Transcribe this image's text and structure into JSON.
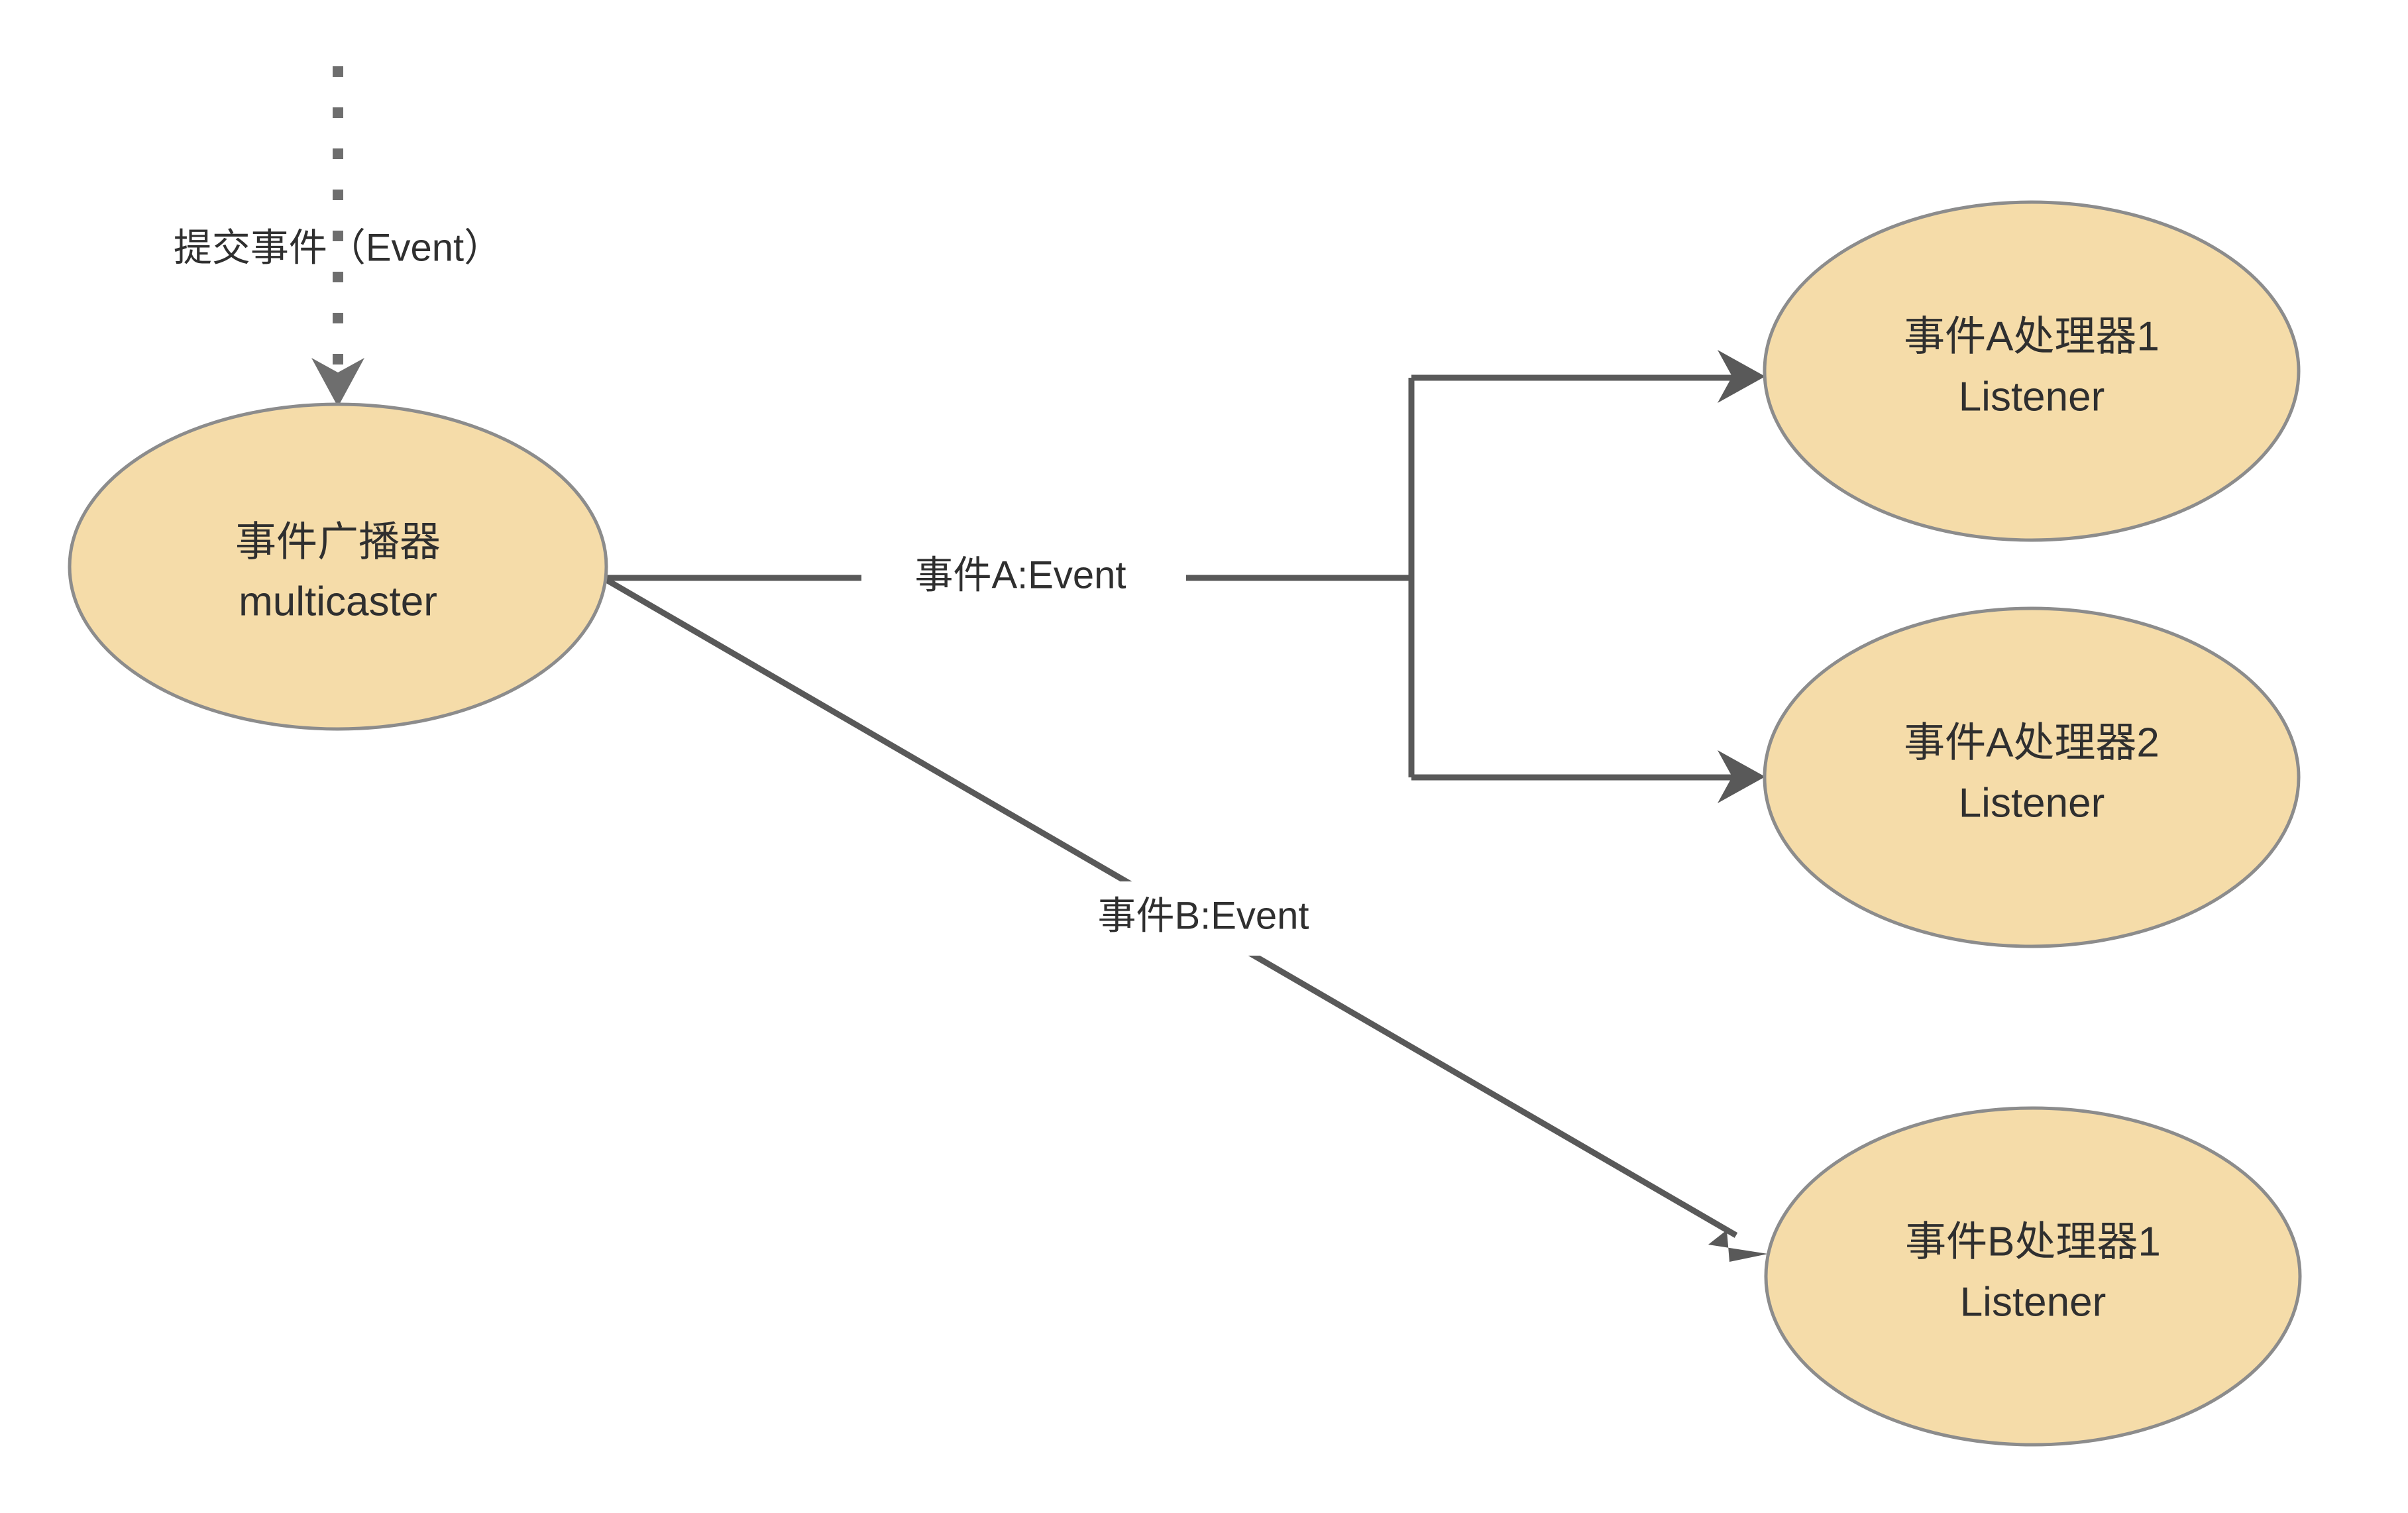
{
  "diagram": {
    "title": "Spring Event Multicaster Flow",
    "colors": {
      "node_fill": "#F5DCA9",
      "node_stroke": "#8C8C8C",
      "edge_stroke": "#595959",
      "dotted_edge_stroke": "#6E6E6E",
      "text": "#2F2F2F",
      "background": "#FFFFFF"
    },
    "nodes": [
      {
        "id": "multicaster",
        "shape": "ellipse",
        "line1": "事件广播器",
        "line2": "multicaster"
      },
      {
        "id": "listener-a1",
        "shape": "ellipse",
        "line1": "事件A处理器1",
        "line2": "Listener"
      },
      {
        "id": "listener-a2",
        "shape": "ellipse",
        "line1": "事件A处理器2",
        "line2": "Listener"
      },
      {
        "id": "listener-b1",
        "shape": "ellipse",
        "line1": "事件B处理器1",
        "line2": "Listener"
      }
    ],
    "edges": [
      {
        "id": "publish-event",
        "label": "提交事件（Event）",
        "style": "dotted",
        "arrow": "to-multicaster"
      },
      {
        "id": "event-a",
        "label": "事件A:Event",
        "style": "solid",
        "arrow": "to-listener-a1-and-a2"
      },
      {
        "id": "event-b",
        "label": "事件B:Event",
        "style": "solid",
        "arrow": "to-listener-b1"
      }
    ]
  }
}
